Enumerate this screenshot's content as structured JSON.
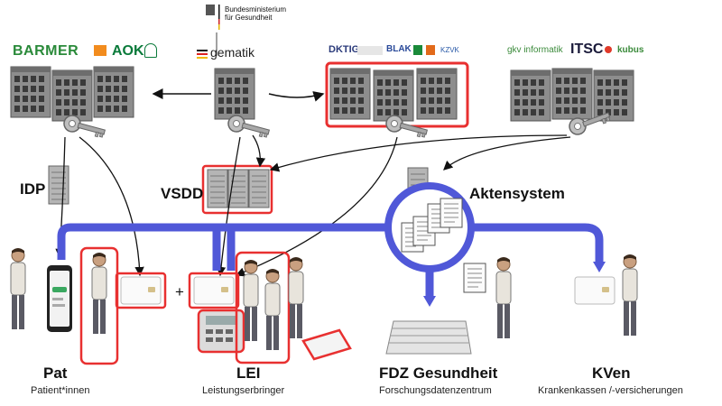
{
  "ministry": {
    "line1": "Bundesministerium",
    "line2": "für Gesundheit"
  },
  "logos": {
    "barmer": "BARMER",
    "aok": "AOK",
    "gematik": "gematik",
    "dktig": "DKTIG",
    "blak": "BLAK",
    "kzvk": "KZVK",
    "gkv": "gkv informatik",
    "itsc": "ITSC",
    "kubus": "kubus"
  },
  "labels": {
    "idp": "IDP",
    "vsdd": "VSDD",
    "aktensystem": "Aktensystem",
    "plus": "+"
  },
  "groups": [
    {
      "key": "pat",
      "title": "Pat",
      "subtitle": "Patient*innen"
    },
    {
      "key": "lei",
      "title": "LEI",
      "subtitle": "Leistungserbringer"
    },
    {
      "key": "fdz",
      "title": "FDZ Gesundheit",
      "subtitle": "Forschungsdatenzentrum"
    },
    {
      "key": "kven",
      "title": "KVen",
      "subtitle": "Krankenkassen /-versicherungen"
    }
  ],
  "colors": {
    "flow": "#5058d8",
    "highlight": "#e83030",
    "building": "#8a8a8a"
  }
}
